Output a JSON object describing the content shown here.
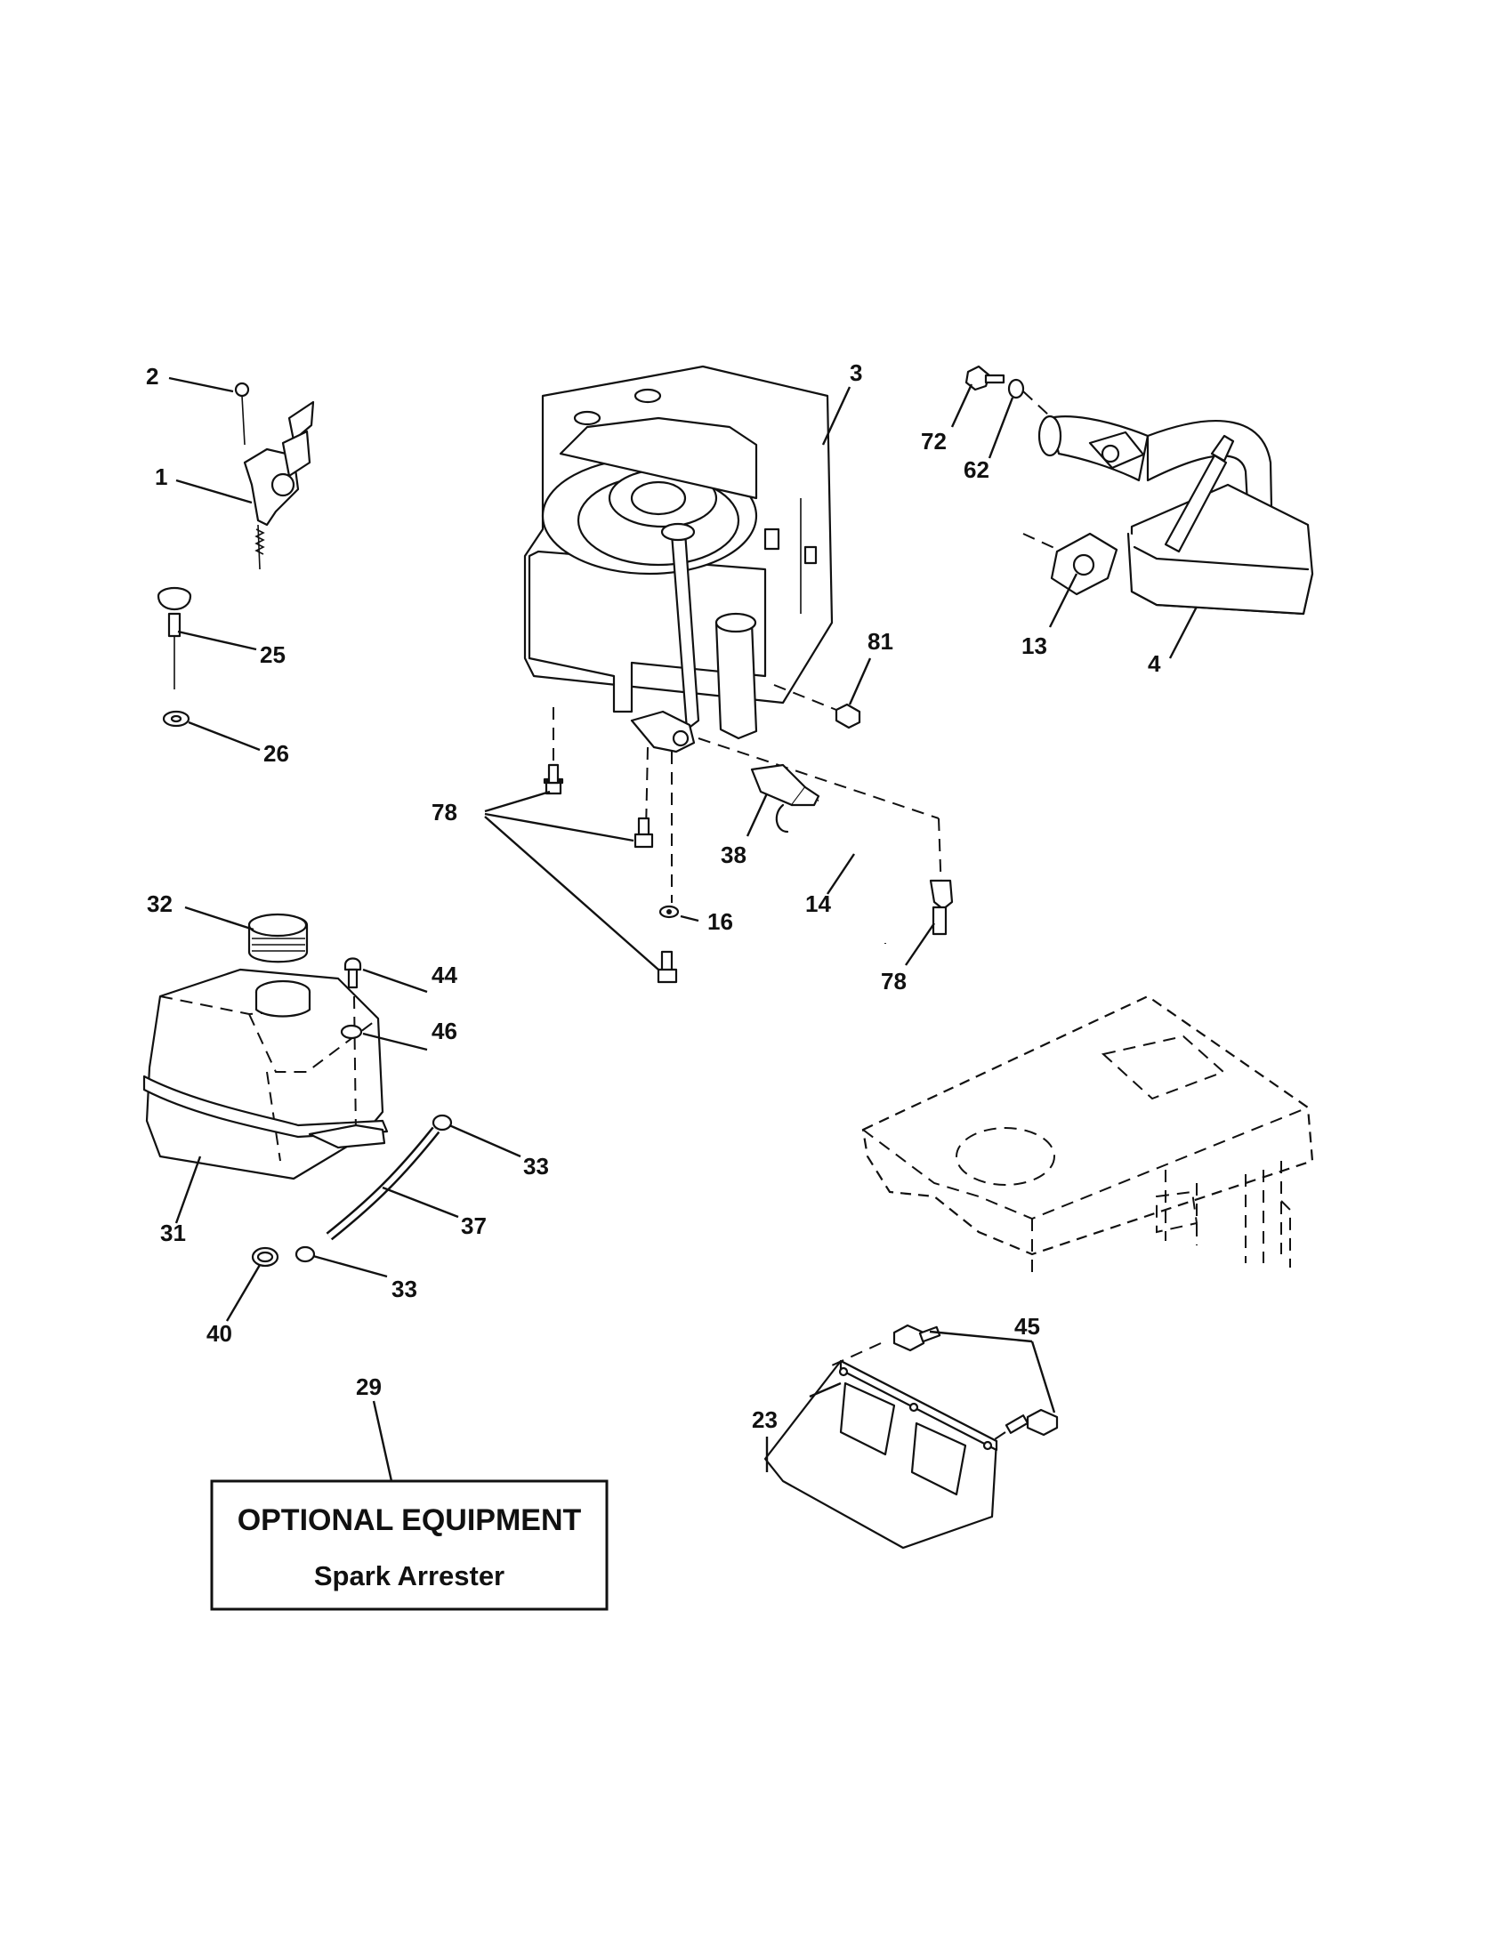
{
  "callouts": {
    "c1": "1",
    "c2": "2",
    "c3": "3",
    "c4": "4",
    "c13": "13",
    "c14": "14",
    "c16": "16",
    "c23": "23",
    "c25": "25",
    "c26": "26",
    "c29": "29",
    "c31": "31",
    "c32": "32",
    "c33a": "33",
    "c33b": "33",
    "c37": "37",
    "c38": "38",
    "c40": "40",
    "c44": "44",
    "c45": "45",
    "c46": "46",
    "c62": "62",
    "c72": "72",
    "c78a": "78",
    "c78b": "78",
    "c81": "81"
  },
  "optional_box": {
    "title": "OPTIONAL EQUIPMENT",
    "subtitle": "Spark Arrester"
  }
}
